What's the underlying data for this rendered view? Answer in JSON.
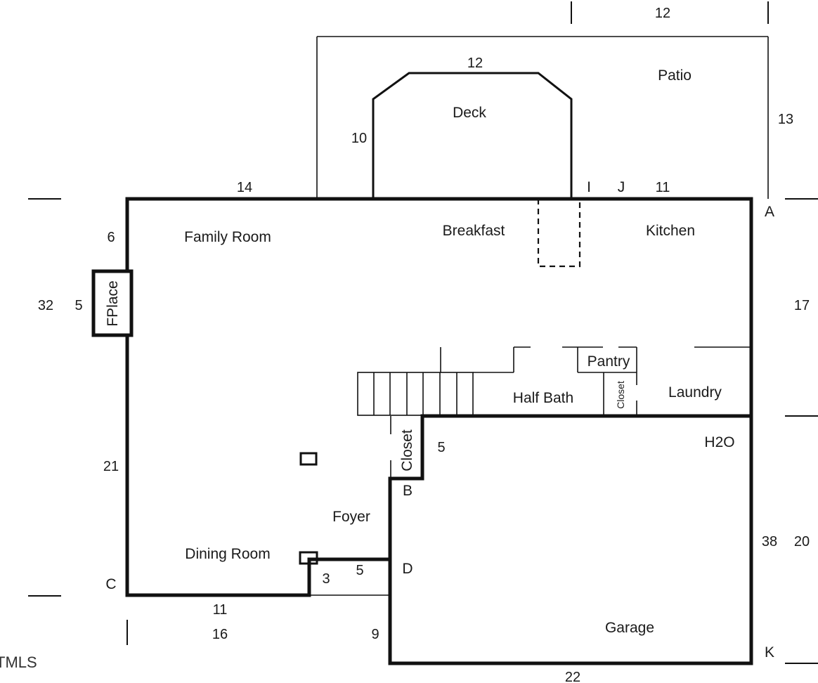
{
  "rooms": {
    "patio": "Patio",
    "deck": "Deck",
    "breakfast": "Breakfast",
    "kitchen": "Kitchen",
    "family_room": "Family Room",
    "fireplace": "FPlace",
    "pantry": "Pantry",
    "closet_small": "Closet",
    "laundry": "Laundry",
    "half_bath": "Half Bath",
    "closet": "Closet",
    "h2o": "H2O",
    "foyer": "Foyer",
    "dining_room": "Dining Room",
    "garage": "Garage"
  },
  "dimensions": {
    "patio_top": "12",
    "patio_side": "13",
    "deck_top": "12",
    "deck_side": "10",
    "rear_left": "14",
    "rear_right": "11",
    "left_upper": "6",
    "fireplace_depth": "5",
    "overall_left": "32",
    "left_lower": "21",
    "right_upper": "17",
    "closet_offset": "5",
    "garage_inner": "38",
    "right_lower": "20",
    "foyer_step_width": "5",
    "foyer_step_depth": "3",
    "front_dining": "11",
    "front_left_overall": "16",
    "garage_left": "9",
    "garage_front": "22"
  },
  "points": {
    "a": "A",
    "b": "B",
    "c": "C",
    "d": "D",
    "i": "I",
    "j": "J",
    "k": "K"
  },
  "watermark": "TMLS"
}
